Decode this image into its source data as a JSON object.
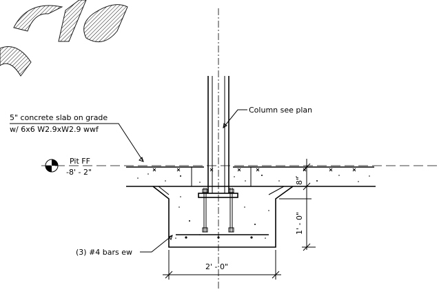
{
  "notes": {
    "slab_line1": "5\" concrete slab on grade",
    "slab_line2": "w/ 6x6 W2.9xW2.9 wwf",
    "column": "Column see plan",
    "bars": "(3) #4 bars ew"
  },
  "level_marker": {
    "name": "Pit FF",
    "elevation": "-8' - 2\""
  },
  "dimensions": {
    "slab_thickness": "8\"",
    "footing_depth": "1' - 0\"",
    "footing_width": "2' - 0\""
  },
  "watermark": "Pla"
}
